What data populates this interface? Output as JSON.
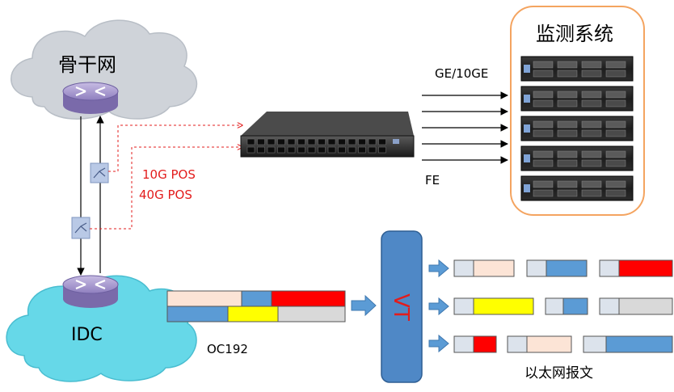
{
  "labels": {
    "backbone": "骨干网",
    "idc": "IDC",
    "monitor_title": "监测系统",
    "ge": "GE/10GE",
    "fe": "FE",
    "pos10": "10G POS",
    "pos40": "40G POS",
    "oc192": "OC192",
    "vt": "VT",
    "ethernet": "以太网报文"
  },
  "colors": {
    "cloud": "#cfd3d9",
    "cloud_idc": "#66d8e8",
    "router": "#a898cc",
    "accent_red": "#e31c1c",
    "vt_blue": "#4f88c6",
    "orange_border": "#f4a460",
    "peach": "#fce4d6",
    "blue": "#5b9bd5",
    "red": "#ff0000",
    "yellow": "#ffff00",
    "gray": "#d9d9d9",
    "slate": "#dce3ec"
  }
}
